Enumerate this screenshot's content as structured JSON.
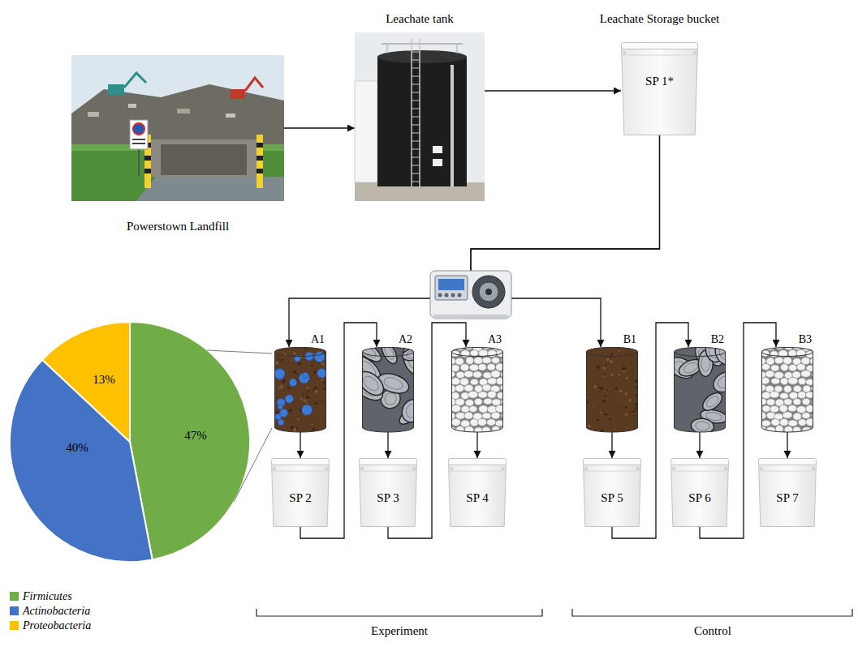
{
  "diagram": {
    "nodes": [
      {
        "text": [
          "Powerstown Landfill"
        ]
      },
      {
        "text": [
          "Leachate tank"
        ]
      },
      {
        "text": [
          "Leachate Storage bucket",
          "SP 1*"
        ]
      },
      {
        "text": [
          "A1"
        ]
      },
      {
        "text": [
          "A2"
        ]
      },
      {
        "text": [
          "A3"
        ]
      },
      {
        "text": [
          "B1"
        ]
      },
      {
        "text": [
          "B2"
        ]
      },
      {
        "text": [
          "B3"
        ]
      },
      {
        "text": [
          "SP 2"
        ]
      },
      {
        "text": [
          "SP 3"
        ]
      },
      {
        "text": [
          "SP 4"
        ]
      },
      {
        "text": [
          "SP 5"
        ]
      },
      {
        "text": [
          "SP 6"
        ]
      },
      {
        "text": [
          "SP 7"
        ]
      }
    ],
    "edges": [
      {
        "from": 0,
        "to": 1,
        "arrow": "to"
      },
      {
        "from": 1,
        "to": 2,
        "arrow": "to"
      },
      {
        "from": 2,
        "to": 3,
        "arrow": "to"
      },
      {
        "from": 2,
        "to": 6,
        "arrow": "to"
      },
      {
        "from": 3,
        "to": 9,
        "arrow": "to"
      },
      {
        "from": 4,
        "to": 10,
        "arrow": "to"
      },
      {
        "from": 5,
        "to": 11,
        "arrow": "to"
      },
      {
        "from": 6,
        "to": 12,
        "arrow": "to"
      },
      {
        "from": 7,
        "to": 13,
        "arrow": "to"
      },
      {
        "from": 8,
        "to": 14,
        "arrow": "to"
      },
      {
        "from": 9,
        "to": 4,
        "arrow": "to"
      },
      {
        "from": 10,
        "to": 5,
        "arrow": "to"
      },
      {
        "from": 12,
        "to": 7,
        "arrow": "to"
      },
      {
        "from": 13,
        "to": 8,
        "arrow": "to"
      }
    ],
    "labels": [
      "47%",
      "40%",
      "13%",
      "Experiment",
      "Control"
    ],
    "legend": [
      {
        "text": "Firmicutes",
        "color": "#70ad47"
      },
      {
        "text": "Actinobacteria",
        "color": "#4472c4"
      },
      {
        "text": "Proteobacteria",
        "color": "#ffc000"
      }
    ]
  }
}
